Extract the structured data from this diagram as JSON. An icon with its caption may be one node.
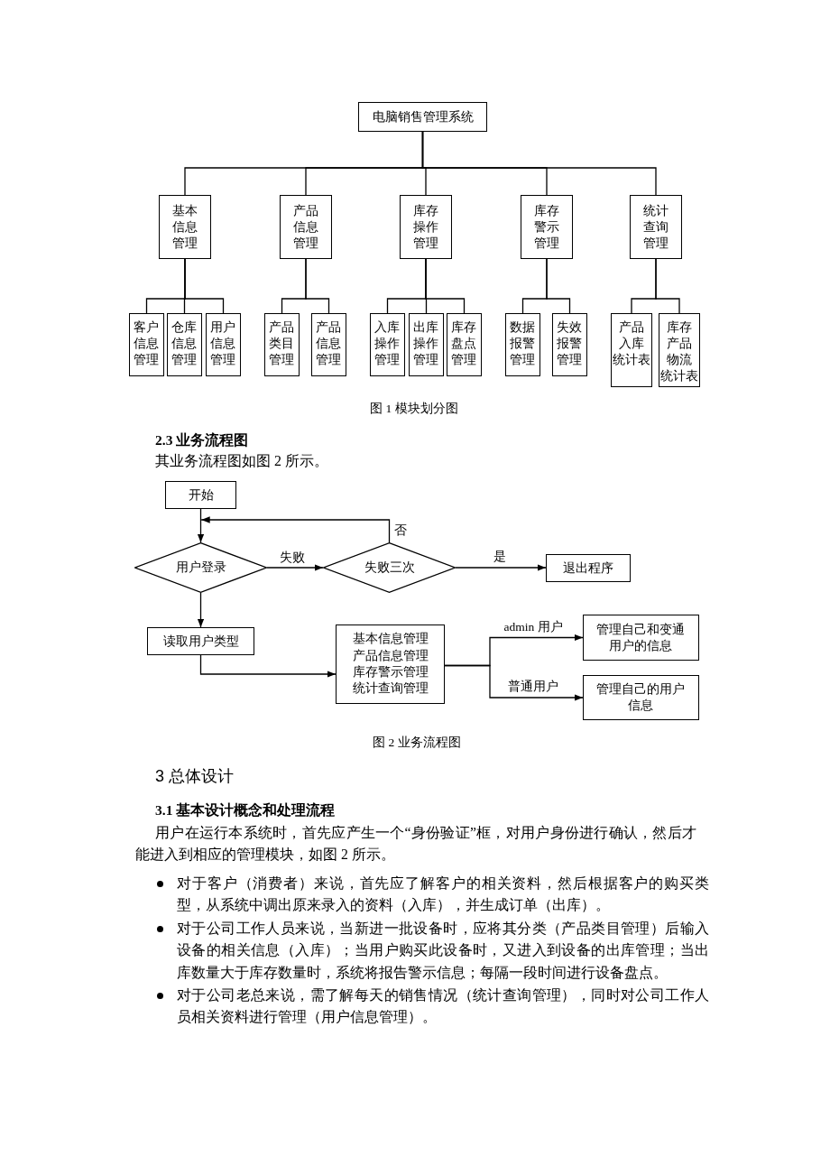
{
  "diagram": {
    "nodes": [
      {
        "text": [
          "电脑销售管理系统"
        ]
      },
      {
        "text": [
          "基本信息管理"
        ]
      },
      {
        "text": [
          "产品信息管理"
        ]
      },
      {
        "text": [
          "库存操作管理"
        ]
      },
      {
        "text": [
          "库存警示管理"
        ]
      },
      {
        "text": [
          "统计查询管理"
        ]
      },
      {
        "text": [
          "客户信息管理"
        ]
      },
      {
        "text": [
          "仓库信息管理"
        ]
      },
      {
        "text": [
          "用户信息管理"
        ]
      },
      {
        "text": [
          "产品类目管理"
        ]
      },
      {
        "text": [
          "产品信息管理"
        ]
      },
      {
        "text": [
          "入库操作管理"
        ]
      },
      {
        "text": [
          "出库操作管理"
        ]
      },
      {
        "text": [
          "库存盘点管理"
        ]
      },
      {
        "text": [
          "数据报警管理"
        ]
      },
      {
        "text": [
          "失效报警管理"
        ]
      },
      {
        "text": [
          "产品入库统计表"
        ]
      },
      {
        "text": [
          "库存产品物流统计表"
        ]
      },
      {
        "text": [
          "开始"
        ]
      },
      {
        "text": [
          "用户登录"
        ]
      },
      {
        "text": [
          "失败三次"
        ]
      },
      {
        "text": [
          "退出程序"
        ]
      },
      {
        "text": [
          "读取用户类型"
        ]
      },
      {
        "text": [
          "基本信息管理",
          "产品信息管理",
          "库存警示管理",
          "统计查询管理"
        ]
      },
      {
        "text": [
          "管理自己和变通用户的信息"
        ]
      },
      {
        "text": [
          "管理自己的用户信息"
        ]
      }
    ],
    "edges": [
      {
        "from": 0,
        "to": 1,
        "arrow": "none"
      },
      {
        "from": 0,
        "to": 2,
        "arrow": "none"
      },
      {
        "from": 0,
        "to": 3,
        "arrow": "none"
      },
      {
        "from": 0,
        "to": 4,
        "arrow": "none"
      },
      {
        "from": 0,
        "to": 5,
        "arrow": "none"
      },
      {
        "from": 1,
        "to": 6,
        "arrow": "none"
      },
      {
        "from": 1,
        "to": 7,
        "arrow": "none"
      },
      {
        "from": 1,
        "to": 8,
        "arrow": "none"
      },
      {
        "from": 2,
        "to": 9,
        "arrow": "none"
      },
      {
        "from": 2,
        "to": 10,
        "arrow": "none"
      },
      {
        "from": 3,
        "to": 11,
        "arrow": "none"
      },
      {
        "from": 3,
        "to": 12,
        "arrow": "none"
      },
      {
        "from": 3,
        "to": 13,
        "arrow": "none"
      },
      {
        "from": 4,
        "to": 14,
        "arrow": "none"
      },
      {
        "from": 4,
        "to": 15,
        "arrow": "none"
      },
      {
        "from": 5,
        "to": 16,
        "arrow": "none"
      },
      {
        "from": 5,
        "to": 17,
        "arrow": "none"
      },
      {
        "from": 18,
        "to": 19,
        "arrow": "to"
      },
      {
        "from": 19,
        "to": 20,
        "arrow": "to",
        "label": "失败"
      },
      {
        "from": 20,
        "to": 19,
        "arrow": "to",
        "label": "否"
      },
      {
        "from": 20,
        "to": 21,
        "arrow": "to",
        "label": "是"
      },
      {
        "from": 19,
        "to": 22,
        "arrow": "to"
      },
      {
        "from": 22,
        "to": 23,
        "arrow": "to"
      },
      {
        "from": 23,
        "to": 24,
        "arrow": "to",
        "label": "admin 用户"
      },
      {
        "from": 23,
        "to": 25,
        "arrow": "to",
        "label": "普通用户"
      }
    ],
    "labels": [
      "图 1 模块划分图",
      "2.3 业务流程图",
      "其业务流程图如图 2 所示。",
      "图 2 业务流程图",
      "3 总体设计",
      "3.1 基本设计概念和处理流程",
      "用户在运行本系统时，首先应产生一个“身份验证”框，对用户身份进行确认，然后才能进入到相应的管理模块，如图 2 所示。",
      "对于客户（消费者）来说，首先应了解客户的相关资料，然后根据客户的购买类型，从系统中调出原来录入的资料（入库），并生成订单（出库）。",
      "对于公司工作人员来说，当新进一批设备时，应将其分类（产品类目管理）后输入设备的相关信息（入库）；当用户购买此设备时，又进入到设备的出库管理；当出库数量大于库存数量时，系统将报告警示信息；每隔一段时间进行设备盘点。",
      "对于公司老总来说，需了解每天的销售情况（统计查询管理），同时对公司工作人员相关资料进行管理（用户信息管理）。"
    ]
  }
}
